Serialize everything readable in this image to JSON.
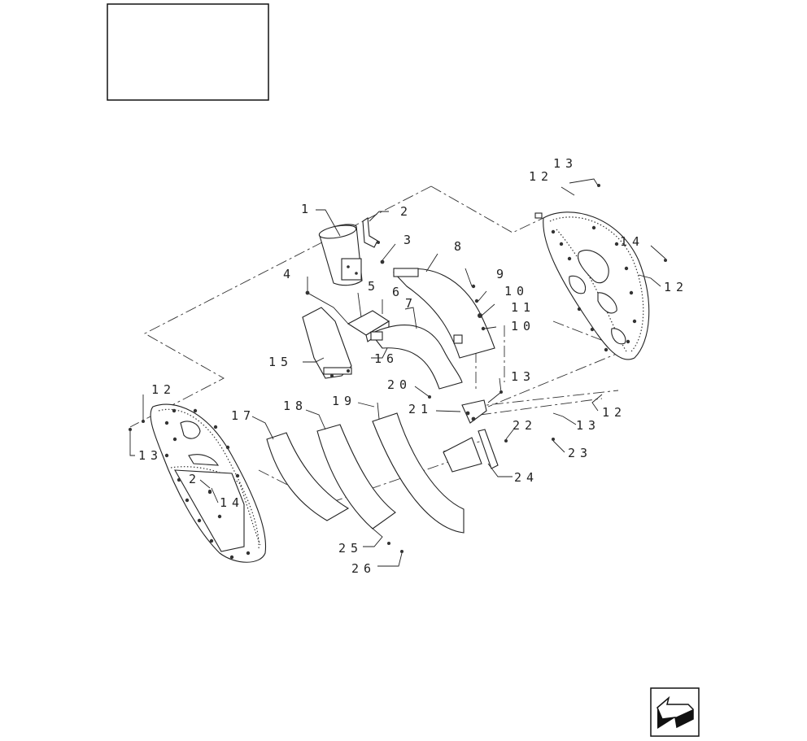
{
  "callouts": [
    {
      "id": "c1",
      "text": "1"
    },
    {
      "id": "c2",
      "text": "2"
    },
    {
      "id": "c3",
      "text": "3"
    },
    {
      "id": "c4",
      "text": "4"
    },
    {
      "id": "c5",
      "text": "5"
    },
    {
      "id": "c6",
      "text": "6"
    },
    {
      "id": "c7",
      "text": "7"
    },
    {
      "id": "c8",
      "text": "8"
    },
    {
      "id": "c9",
      "text": "9"
    },
    {
      "id": "c10a",
      "text": "10"
    },
    {
      "id": "c11",
      "text": "11"
    },
    {
      "id": "c10b",
      "text": "10"
    },
    {
      "id": "c12a",
      "text": "12"
    },
    {
      "id": "c13a",
      "text": "13"
    },
    {
      "id": "c14a",
      "text": "14"
    },
    {
      "id": "c12b",
      "text": "12"
    },
    {
      "id": "c15",
      "text": "15"
    },
    {
      "id": "c16",
      "text": "16"
    },
    {
      "id": "c20",
      "text": "20"
    },
    {
      "id": "c13b",
      "text": "13"
    },
    {
      "id": "c21",
      "text": "21"
    },
    {
      "id": "c12c",
      "text": "12"
    },
    {
      "id": "c13c",
      "text": "13"
    },
    {
      "id": "c22",
      "text": "22"
    },
    {
      "id": "c23",
      "text": "23"
    },
    {
      "id": "c24",
      "text": "24"
    },
    {
      "id": "c12d",
      "text": "12"
    },
    {
      "id": "c13d",
      "text": "13"
    },
    {
      "id": "c2b",
      "text": "2"
    },
    {
      "id": "c14b",
      "text": "14"
    },
    {
      "id": "c17",
      "text": "17"
    },
    {
      "id": "c18",
      "text": "18"
    },
    {
      "id": "c19",
      "text": "19"
    },
    {
      "id": "c25",
      "text": "25"
    },
    {
      "id": "c26",
      "text": "26"
    }
  ],
  "icons": {
    "title_block": "empty-title-box",
    "navigation": "previous-page-arrow-icon"
  }
}
